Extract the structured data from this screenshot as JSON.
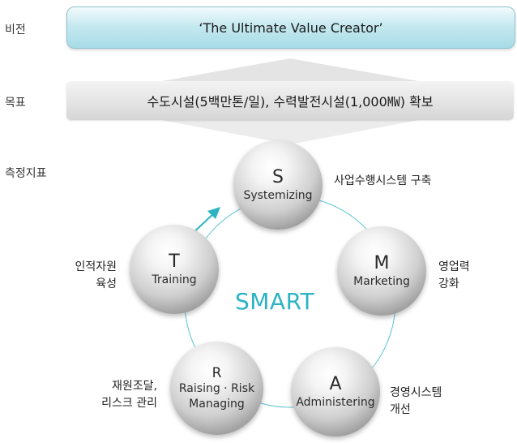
{
  "labels": {
    "vision": "비전",
    "goal": "목표",
    "measure": "측정지표"
  },
  "vision_text": "‘The Ultimate Value Creator’",
  "goal_text": "수도시설(5백만톤/일), 수력발전시설(1,000㎿) 확보",
  "center_text": "SMART",
  "colors": {
    "vision_fill": "#c6e9f0",
    "cycle_line": "#5cc4d2",
    "accent": "#2bb3c4"
  },
  "nodes": [
    {
      "letter": "S",
      "name": "Systemizing",
      "note": "사업수행시스템 구축"
    },
    {
      "letter": "M",
      "name": "Marketing",
      "note": "영업력\n강화"
    },
    {
      "letter": "A",
      "name": "Administering",
      "note": "경영시스템\n개선"
    },
    {
      "letter": "R",
      "name": "Raising · Risk\nManaging",
      "note": "재원조달,\n리스크 관리"
    },
    {
      "letter": "T",
      "name": "Training",
      "note": "인적자원\n육성"
    }
  ]
}
